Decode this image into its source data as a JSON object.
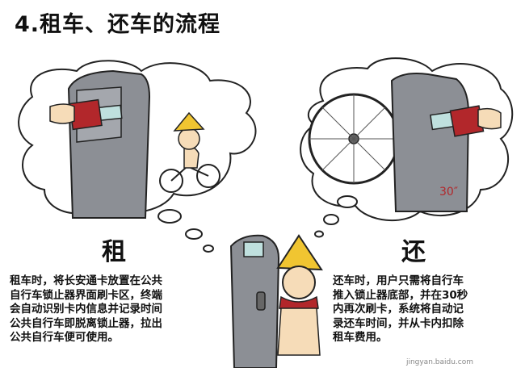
{
  "title": "4.租车、还车的流程",
  "rent": {
    "heading": "租",
    "lines": [
      "租车时，将长安通卡放置在公共",
      "自行车锁止器界面刷卡区，终端",
      "会自动识别卡内信息并记录时间",
      "公共自行车即脱离锁止器，拉出",
      "公共自行车便可使用。"
    ]
  },
  "return": {
    "heading": "还",
    "lines": [
      "还车时，用户只需将自行车",
      "推入锁止器底部，并在30秒",
      "内再次刷卡，系统将自动记",
      "录还车时间，并从卡内扣除",
      "租车费用。"
    ],
    "timer": "30″"
  },
  "watermark": "jingyan.baidu.com",
  "colors": {
    "machine": "#8c8f95",
    "card": "#b2272b",
    "screen": "#bfe0de",
    "hat": "#f0c531",
    "skin": "#f6dcb8",
    "outline": "#222222"
  }
}
